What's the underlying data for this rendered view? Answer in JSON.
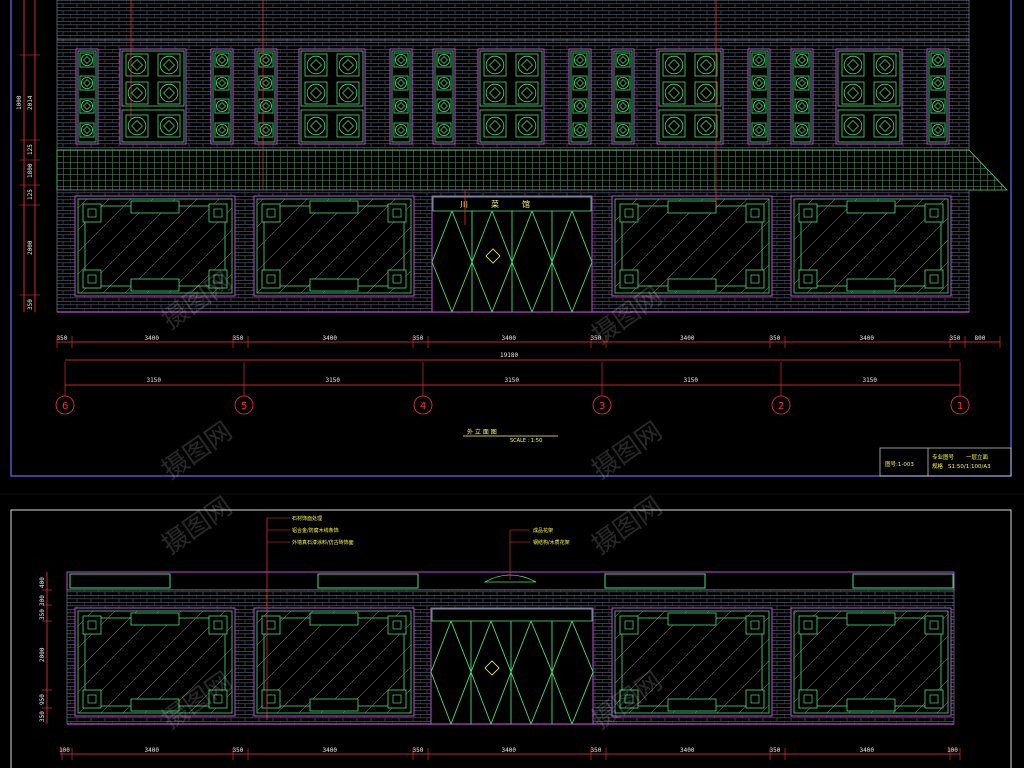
{
  "top_elevation": {
    "vertical_dims": [
      "1000",
      "2014",
      "125",
      "1800",
      "125",
      "2000",
      "350"
    ],
    "bottom_dims": [
      "350",
      "3400",
      "350",
      "3400",
      "350",
      "3400",
      "350",
      "3400",
      "350",
      "3400",
      "350",
      "800"
    ],
    "total_dim": "19180",
    "grid_spacing": [
      "3150",
      "3150",
      "3150",
      "3150",
      "3150"
    ],
    "axes": [
      "6",
      "5",
      "4",
      "3",
      "2",
      "1"
    ],
    "sign_text": [
      "川",
      "菜",
      "馆"
    ],
    "title": "外 立 面 图",
    "scale": "SCALE : 1:50",
    "title_block": {
      "sheet": "图号:1-003",
      "project_label": "专业图号",
      "project_name": "一层立面",
      "code_label": "规格",
      "code": "S1:50/1:100/A3"
    }
  },
  "bottom_elevation": {
    "vertical_dims": [
      "400",
      "300",
      "350",
      "2000",
      "950",
      "350"
    ],
    "bottom_dims": [
      "100",
      "3400",
      "350",
      "3400",
      "350",
      "3400",
      "350",
      "3400",
      "350",
      "3400",
      "100"
    ],
    "annotations_left": [
      "石材饰面处理",
      "铝合金/防腐木线条饰",
      "外墙真石漆涂料/仿古砖饰面"
    ],
    "annotations_mid": [
      "成品花架",
      "钢结构/木质花架"
    ]
  },
  "watermark": "摄图网"
}
